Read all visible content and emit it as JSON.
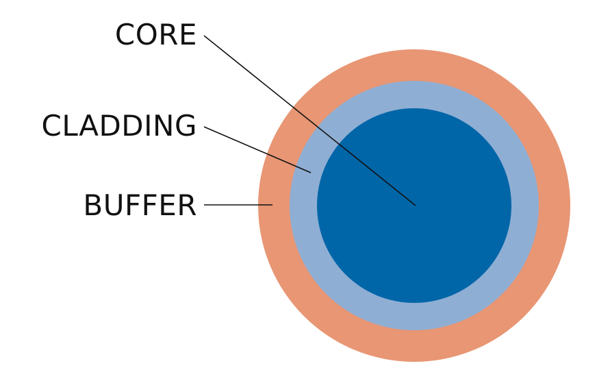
{
  "labels": {
    "core": "CORE",
    "cladding": "CLADDING",
    "buffer": "BUFFER"
  },
  "colors": {
    "buffer": "#E89674",
    "cladding": "#8FAED4",
    "core": "#0066A8",
    "text": "#111111"
  }
}
